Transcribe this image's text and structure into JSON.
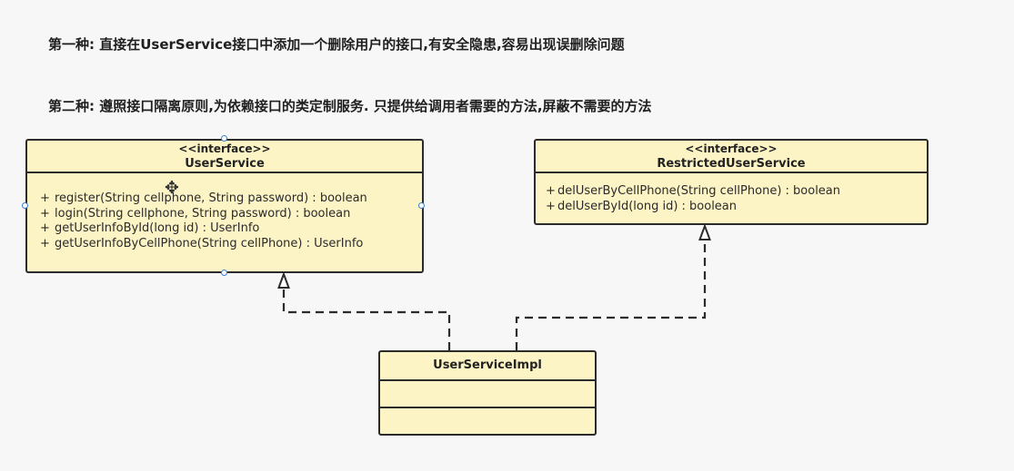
{
  "headings": {
    "first": "第一种: 直接在UserService接口中添加一个删除用户的接口,有安全隐患,容易出现误删除问题",
    "second": "第二种: 遵照接口隔离原则,为依赖接口的类定制服务. 只提供给调用者需要的方法,屏蔽不需要的方法"
  },
  "classes": {
    "user_service": {
      "stereotype": "<<interface>>",
      "name": "UserService",
      "members": [
        {
          "visibility": "+",
          "text": "register(String cellphone, String password) : boolean"
        },
        {
          "visibility": "+",
          "text": "login(String cellphone, String password) : boolean"
        },
        {
          "visibility": "+",
          "text": "getUserInfoById(long id) : UserInfo"
        },
        {
          "visibility": "+",
          "text": "getUserInfoByCellPhone(String cellPhone) : UserInfo"
        }
      ]
    },
    "restricted_user_service": {
      "stereotype": "<<interface>>",
      "name": "RestrictedUserService",
      "members": [
        {
          "visibility": "+",
          "text": "delUserByCellPhone(String cellPhone) : boolean"
        },
        {
          "visibility": "+",
          "text": "delUserById(long id) : boolean"
        }
      ]
    },
    "user_service_impl": {
      "name": "UserServiceImpl"
    }
  },
  "relationships": [
    {
      "type": "realization",
      "from": "UserServiceImpl",
      "to": "UserService"
    },
    {
      "type": "realization",
      "from": "UserServiceImpl",
      "to": "RestrictedUserService"
    }
  ],
  "colors": {
    "class_fill": "#fdf4c6",
    "class_border": "#2b2b2b",
    "selection_handle": "#3b7fd1"
  },
  "icons": {
    "cursor": "move-cursor-icon"
  }
}
